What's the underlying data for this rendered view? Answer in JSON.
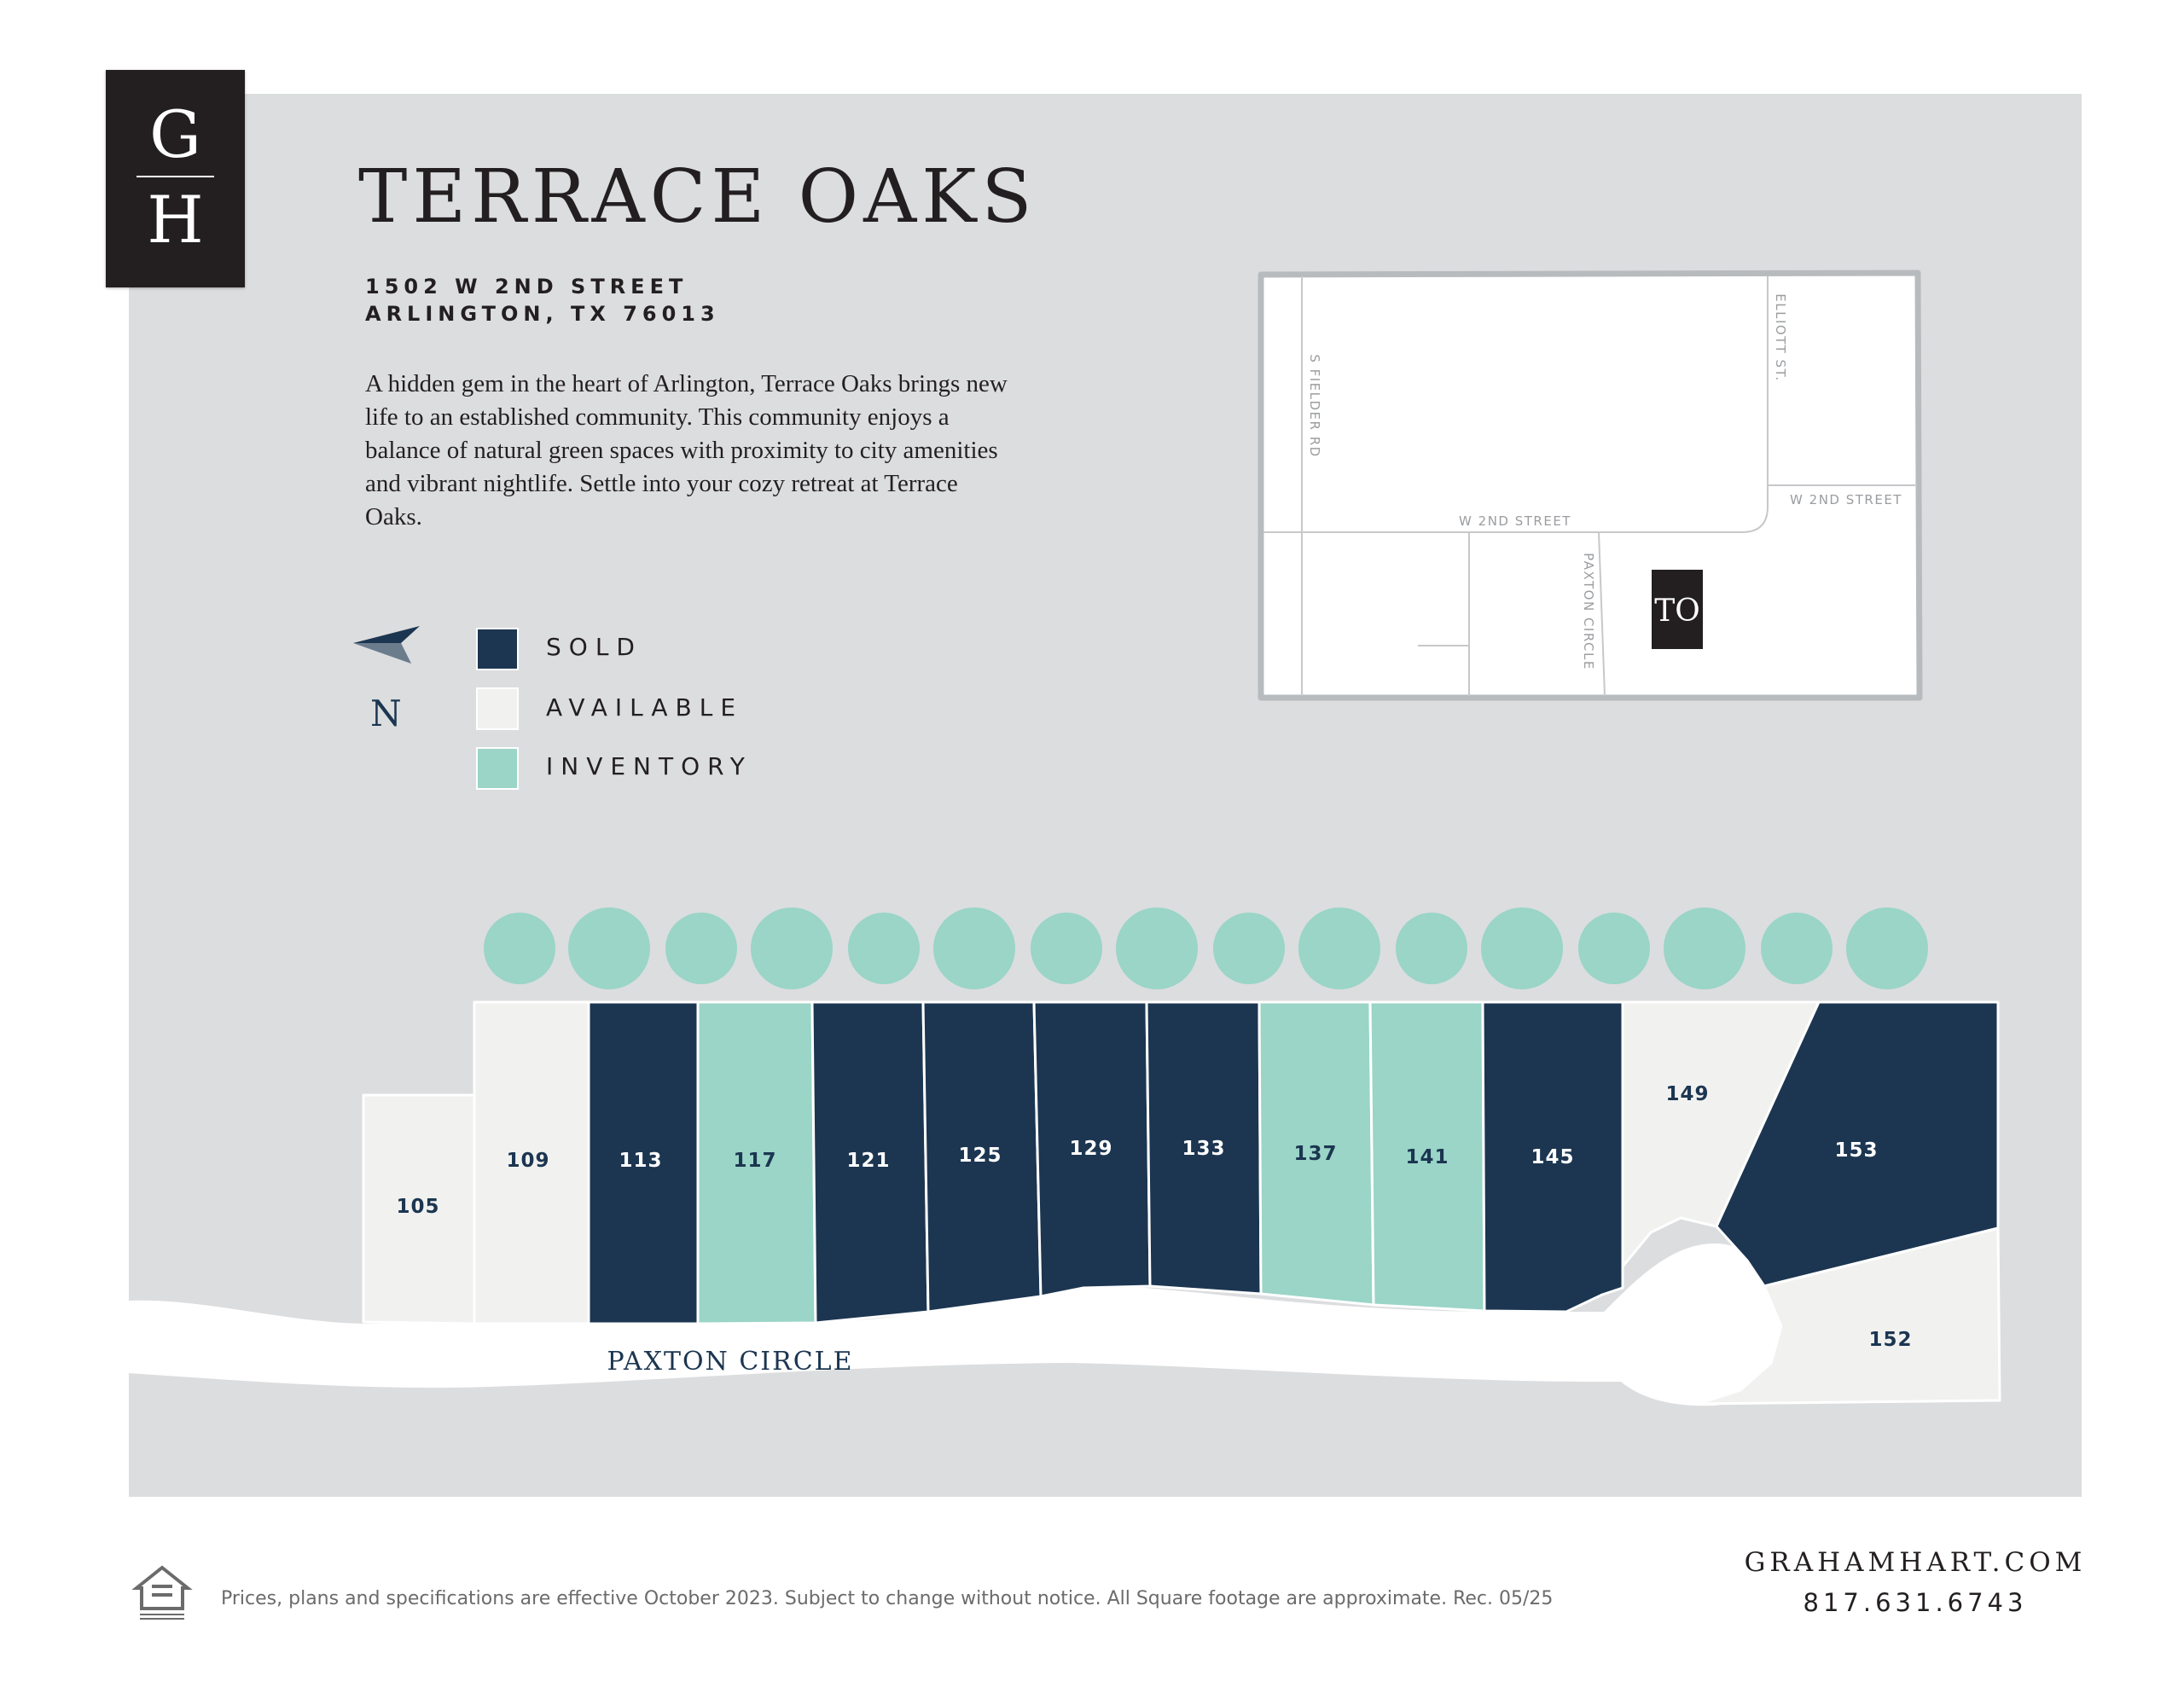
{
  "logo": {
    "top_letter": "G",
    "bottom_letter": "H"
  },
  "title": "TERRACE OAKS",
  "address": {
    "line1": "1502 W 2ND STREET",
    "line2": "ARLINGTON, TX 76013"
  },
  "description": "A hidden gem in the heart of Arlington, Terrace Oaks brings new life to an established community. This community enjoys a balance of natural green spaces with proximity to city amenities and vibrant nightlife. Settle into your cozy retreat at Terrace Oaks.",
  "north_label": "N",
  "legend": [
    {
      "label": "SOLD",
      "color": "#1c3651"
    },
    {
      "label": "AVAILABLE",
      "color": "#f1f2f0"
    },
    {
      "label": "INVENTORY",
      "color": "#9ad5c7"
    }
  ],
  "locator_map": {
    "streets": {
      "fielder": "S FIELDER RD",
      "elliott": "ELLIOTT ST.",
      "second_left": "W 2ND STREET",
      "second_right": "W 2ND STREET",
      "paxton": "PAXTON CIRCLE"
    },
    "marker": "TO"
  },
  "street_label": "PAXTON CIRCLE",
  "lots": [
    {
      "number": "105",
      "status": "available"
    },
    {
      "number": "109",
      "status": "available"
    },
    {
      "number": "113",
      "status": "sold"
    },
    {
      "number": "117",
      "status": "inventory"
    },
    {
      "number": "121",
      "status": "sold"
    },
    {
      "number": "125",
      "status": "sold"
    },
    {
      "number": "129",
      "status": "sold"
    },
    {
      "number": "133",
      "status": "sold"
    },
    {
      "number": "137",
      "status": "inventory"
    },
    {
      "number": "141",
      "status": "inventory"
    },
    {
      "number": "145",
      "status": "sold"
    },
    {
      "number": "149",
      "status": "available"
    },
    {
      "number": "153",
      "status": "sold"
    },
    {
      "number": "152",
      "status": "available"
    }
  ],
  "colors": {
    "sold": "#1c3651",
    "available": "#f1f2f0",
    "inventory": "#9ad5c7",
    "tree": "#9ad5c7",
    "background": "#dcdddf"
  },
  "footer": {
    "disclaimer": "Prices, plans and specifications are effective October 2023. Subject to change without notice. All Square footage are approximate. Rec. 05/25",
    "website": "GRAHAMHART.COM",
    "phone": "817.631.6743",
    "equal_housing_icon": "equal-housing-opportunity-icon"
  }
}
